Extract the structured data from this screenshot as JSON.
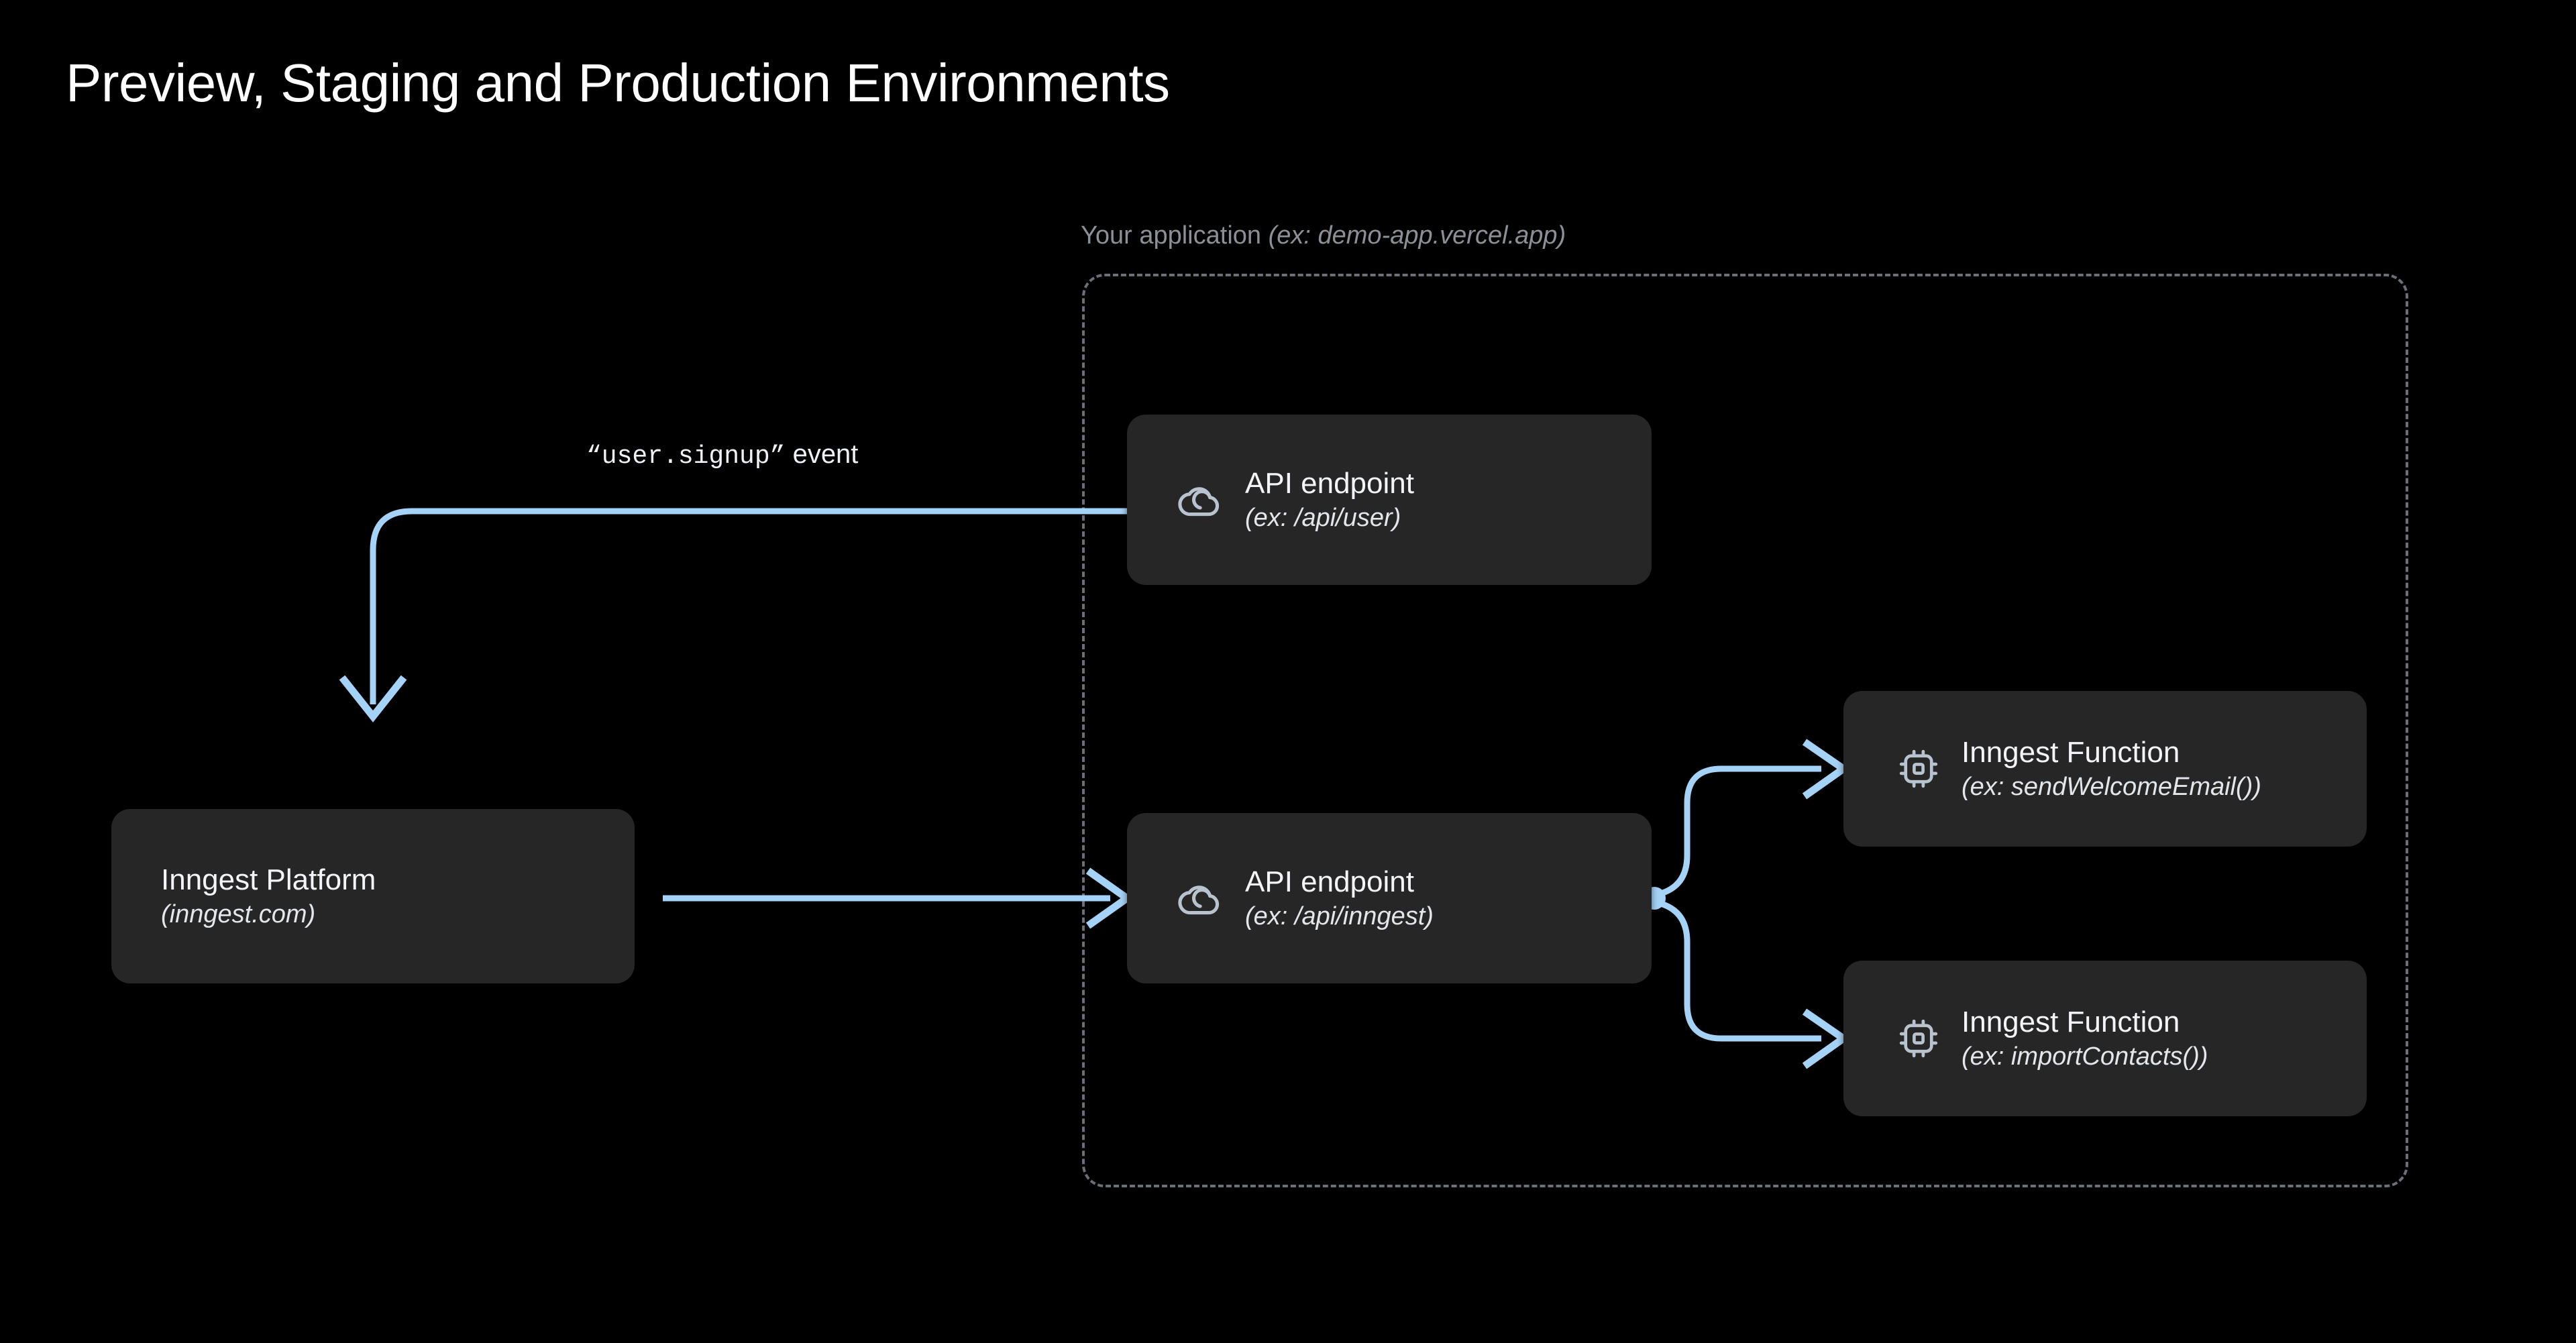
{
  "page": {
    "title": "Preview, Staging and Production Environments",
    "background_color": "#000000"
  },
  "colors": {
    "background": "#000000",
    "card_background": "#262626",
    "card_title_text": "#f2f4f7",
    "card_sub_text": "#e3e6ea",
    "container_border": "#6a6f78",
    "container_label": "#8b8f96",
    "arrow": "#a5d2f7",
    "icon": "#b9c2cf"
  },
  "app_container": {
    "label_main": "Your application ",
    "label_example": "(ex: demo-app.vercel.app)",
    "border_style": "dashed"
  },
  "event_label": {
    "code": "“user.signup”",
    "word": " event"
  },
  "nodes": [
    {
      "id": "inngest-platform",
      "title": "Inngest Platform",
      "subtitle": "(inngest.com)",
      "icon": "none",
      "inside_container": false
    },
    {
      "id": "api-user",
      "title": "API endpoint",
      "subtitle": "(ex: /api/user)",
      "icon": "cloud-icon",
      "inside_container": true
    },
    {
      "id": "api-inngest",
      "title": "API endpoint",
      "subtitle": "(ex: /api/inngest)",
      "icon": "cloud-icon",
      "inside_container": true
    },
    {
      "id": "fn-send-welcome-email",
      "title": "Inngest Function",
      "subtitle": "(ex: sendWelcomeEmail())",
      "icon": "cpu-chip-icon",
      "inside_container": true
    },
    {
      "id": "fn-import-contacts",
      "title": "Inngest Function",
      "subtitle": "(ex: importContacts())",
      "icon": "cpu-chip-icon",
      "inside_container": true
    }
  ],
  "connections": [
    {
      "id": "event-to-platform",
      "from": "api-user",
      "to": "inngest-platform",
      "label": "“user.signup” event",
      "arrowhead": "down"
    },
    {
      "id": "platform-to-api-inngest",
      "from": "inngest-platform",
      "to": "api-inngest",
      "label": "",
      "arrowhead": "right"
    },
    {
      "id": "api-inngest-to-welcome",
      "from": "api-inngest",
      "to": "fn-send-welcome-email",
      "label": "",
      "arrowhead": "right"
    },
    {
      "id": "api-inngest-to-contacts",
      "from": "api-inngest",
      "to": "fn-import-contacts",
      "label": "",
      "arrowhead": "right"
    }
  ]
}
